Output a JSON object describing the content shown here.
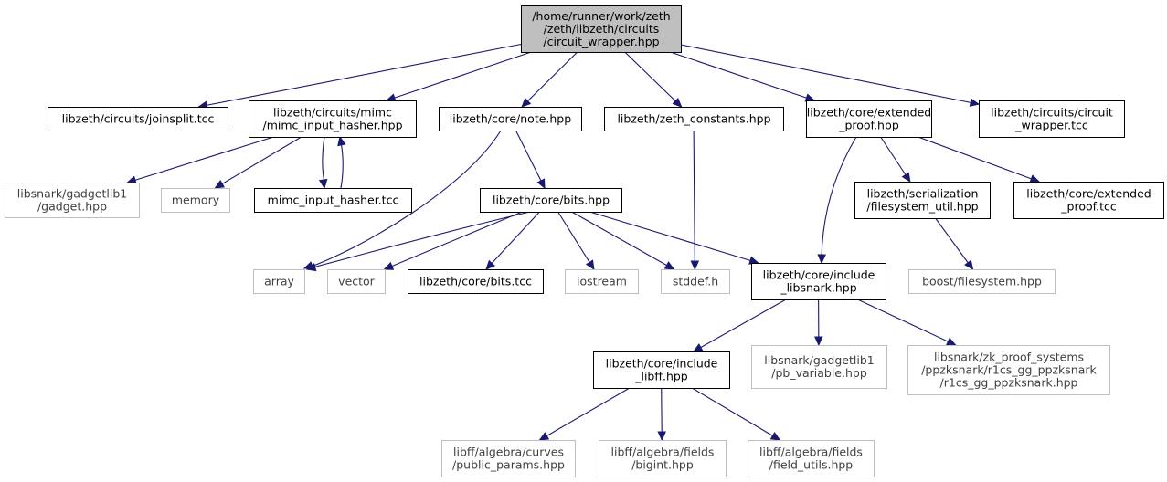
{
  "colors": {
    "edge": "#191970",
    "focus_fill": "#bfbfbf",
    "focus_border": "#000000",
    "documented_border": "#000000",
    "external_border": "#bfbfbf",
    "documented_text": "#000000",
    "external_text": "#3f3f3f"
  },
  "nodes": [
    {
      "id": "circuit_wrapper_hpp",
      "lines": [
        "/home/runner/work/zeth",
        "/zeth/libzeth/circuits",
        "/circuit_wrapper.hpp"
      ],
      "kind": "focus"
    },
    {
      "id": "joinsplit_tcc",
      "lines": [
        "libzeth/circuits/joinsplit.tcc"
      ],
      "kind": "documented"
    },
    {
      "id": "mimc_input_hasher_hpp",
      "lines": [
        "libzeth/circuits/mimc",
        "/mimc_input_hasher.hpp"
      ],
      "kind": "documented"
    },
    {
      "id": "note_hpp",
      "lines": [
        "libzeth/core/note.hpp"
      ],
      "kind": "documented"
    },
    {
      "id": "zeth_constants_hpp",
      "lines": [
        "libzeth/zeth_constants.hpp"
      ],
      "kind": "documented"
    },
    {
      "id": "extended_proof_hpp",
      "lines": [
        "libzeth/core/extended",
        "_proof.hpp"
      ],
      "kind": "documented"
    },
    {
      "id": "circuit_wrapper_tcc",
      "lines": [
        "libzeth/circuits/circuit",
        "_wrapper.tcc"
      ],
      "kind": "documented"
    },
    {
      "id": "gadget_hpp",
      "lines": [
        "libsnark/gadgetlib1",
        "/gadget.hpp"
      ],
      "kind": "external"
    },
    {
      "id": "memory",
      "lines": [
        "memory"
      ],
      "kind": "external"
    },
    {
      "id": "mimc_input_hasher_tcc",
      "lines": [
        "mimc_input_hasher.tcc"
      ],
      "kind": "documented"
    },
    {
      "id": "bits_hpp",
      "lines": [
        "libzeth/core/bits.hpp"
      ],
      "kind": "documented"
    },
    {
      "id": "filesystem_util_hpp",
      "lines": [
        "libzeth/serialization",
        "/filesystem_util.hpp"
      ],
      "kind": "documented"
    },
    {
      "id": "extended_proof_tcc",
      "lines": [
        "libzeth/core/extended",
        "_proof.tcc"
      ],
      "kind": "documented"
    },
    {
      "id": "array",
      "lines": [
        "array"
      ],
      "kind": "external"
    },
    {
      "id": "vector",
      "lines": [
        "vector"
      ],
      "kind": "external"
    },
    {
      "id": "bits_tcc",
      "lines": [
        "libzeth/core/bits.tcc"
      ],
      "kind": "documented"
    },
    {
      "id": "iostream",
      "lines": [
        "iostream"
      ],
      "kind": "external"
    },
    {
      "id": "stddef_h",
      "lines": [
        "stddef.h"
      ],
      "kind": "external"
    },
    {
      "id": "include_libsnark_hpp",
      "lines": [
        "libzeth/core/include",
        "_libsnark.hpp"
      ],
      "kind": "documented"
    },
    {
      "id": "boost_filesystem_hpp",
      "lines": [
        "boost/filesystem.hpp"
      ],
      "kind": "external"
    },
    {
      "id": "include_libff_hpp",
      "lines": [
        "libzeth/core/include",
        "_libff.hpp"
      ],
      "kind": "documented"
    },
    {
      "id": "pb_variable_hpp",
      "lines": [
        "libsnark/gadgetlib1",
        "/pb_variable.hpp"
      ],
      "kind": "external"
    },
    {
      "id": "r1cs_gg_ppzksnark_hpp",
      "lines": [
        "libsnark/zk_proof_systems",
        "/ppzksnark/r1cs_gg_ppzksnark",
        "/r1cs_gg_ppzksnark.hpp"
      ],
      "kind": "external"
    },
    {
      "id": "public_params_hpp",
      "lines": [
        "libff/algebra/curves",
        "/public_params.hpp"
      ],
      "kind": "external"
    },
    {
      "id": "bigint_hpp",
      "lines": [
        "libff/algebra/fields",
        "/bigint.hpp"
      ],
      "kind": "external"
    },
    {
      "id": "field_utils_hpp",
      "lines": [
        "libff/algebra/fields",
        "/field_utils.hpp"
      ],
      "kind": "external"
    }
  ],
  "edges": [
    [
      "circuit_wrapper_hpp",
      "joinsplit_tcc"
    ],
    [
      "circuit_wrapper_hpp",
      "mimc_input_hasher_hpp"
    ],
    [
      "circuit_wrapper_hpp",
      "note_hpp"
    ],
    [
      "circuit_wrapper_hpp",
      "zeth_constants_hpp"
    ],
    [
      "circuit_wrapper_hpp",
      "extended_proof_hpp"
    ],
    [
      "circuit_wrapper_hpp",
      "circuit_wrapper_tcc"
    ],
    [
      "mimc_input_hasher_hpp",
      "gadget_hpp"
    ],
    [
      "mimc_input_hasher_hpp",
      "memory"
    ],
    [
      "mimc_input_hasher_hpp",
      "mimc_input_hasher_tcc"
    ],
    [
      "mimc_input_hasher_tcc",
      "mimc_input_hasher_hpp"
    ],
    [
      "note_hpp",
      "bits_hpp"
    ],
    [
      "note_hpp",
      "array"
    ],
    [
      "zeth_constants_hpp",
      "stddef_h"
    ],
    [
      "extended_proof_hpp",
      "include_libsnark_hpp"
    ],
    [
      "extended_proof_hpp",
      "filesystem_util_hpp"
    ],
    [
      "extended_proof_hpp",
      "extended_proof_tcc"
    ],
    [
      "filesystem_util_hpp",
      "boost_filesystem_hpp"
    ],
    [
      "bits_hpp",
      "array"
    ],
    [
      "bits_hpp",
      "vector"
    ],
    [
      "bits_hpp",
      "bits_tcc"
    ],
    [
      "bits_hpp",
      "iostream"
    ],
    [
      "bits_hpp",
      "stddef_h"
    ],
    [
      "bits_hpp",
      "include_libsnark_hpp"
    ],
    [
      "include_libsnark_hpp",
      "include_libff_hpp"
    ],
    [
      "include_libsnark_hpp",
      "pb_variable_hpp"
    ],
    [
      "include_libsnark_hpp",
      "r1cs_gg_ppzksnark_hpp"
    ],
    [
      "include_libff_hpp",
      "public_params_hpp"
    ],
    [
      "include_libff_hpp",
      "bigint_hpp"
    ],
    [
      "include_libff_hpp",
      "field_utils_hpp"
    ]
  ]
}
